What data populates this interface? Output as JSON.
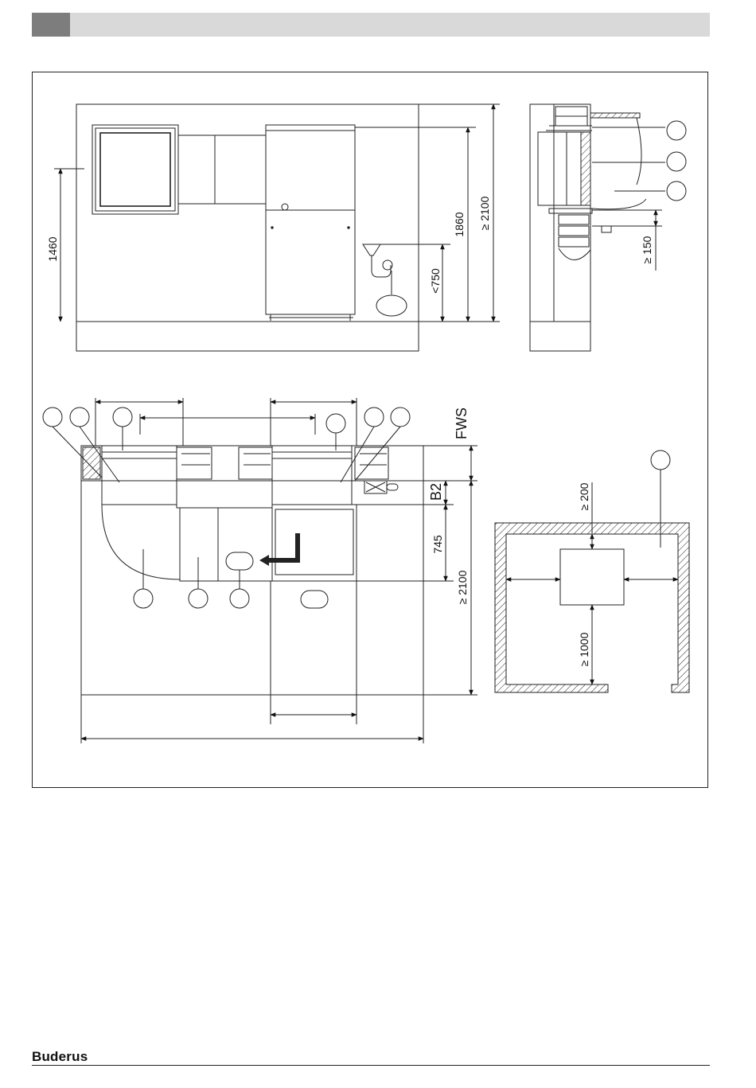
{
  "header": {
    "band_color_dark": "#7d7d7d",
    "band_color_light": "#d9d9d9"
  },
  "footer": {
    "brand": "Buderus"
  },
  "figure_top": {
    "dim_1460": "1460",
    "dim_1860": "1860",
    "dim_2100": "≥ 2100",
    "dim_750": "<750"
  },
  "figure_side": {
    "dim_150": "≥ 150"
  },
  "figure_plan": {
    "label_fws": "FWS",
    "label_b2": "B2",
    "dim_745": "745",
    "dim_2100": "≥ 2100"
  },
  "figure_room": {
    "dim_200": "≥ 200",
    "dim_1000": "≥ 1000"
  }
}
